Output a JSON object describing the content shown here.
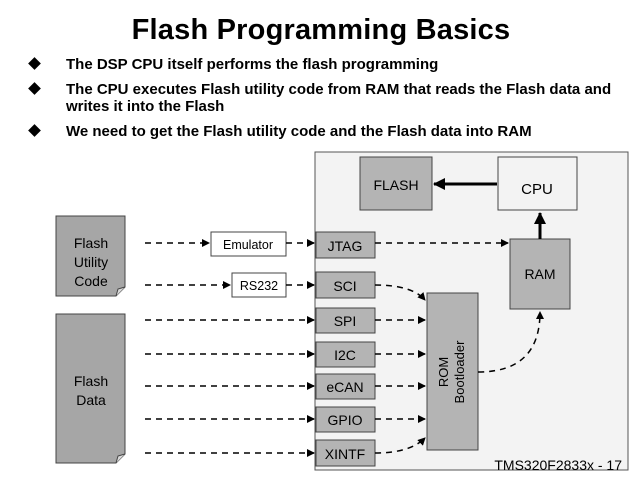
{
  "slide": {
    "title": "Flash Programming Basics",
    "bullets": [
      "The DSP CPU itself performs the flash programming",
      "The CPU executes Flash utility code from RAM that reads the Flash data and writes it into the Flash",
      "We need to get the Flash utility code and the Flash data into RAM"
    ],
    "footer": "TMS320F2833x - 17"
  },
  "diagram": {
    "flash_utility_code": [
      "Flash",
      "Utility",
      "Code"
    ],
    "flash_data": [
      "Flash",
      "Data"
    ],
    "emulator": "Emulator",
    "rs232": "RS232",
    "flash": "FLASH",
    "cpu": "CPU",
    "ram": "RAM",
    "rom_bootloader": [
      "ROM",
      "Bootloader"
    ],
    "interfaces": [
      "JTAG",
      "SCI",
      "SPI",
      "I2C",
      "eCAN",
      "GPIO",
      "XINTF"
    ],
    "colors": {
      "box_gray": "#b4b4b4",
      "chip_bg": "#f3f3f3",
      "doc_gray": "#a6a6a6"
    }
  }
}
